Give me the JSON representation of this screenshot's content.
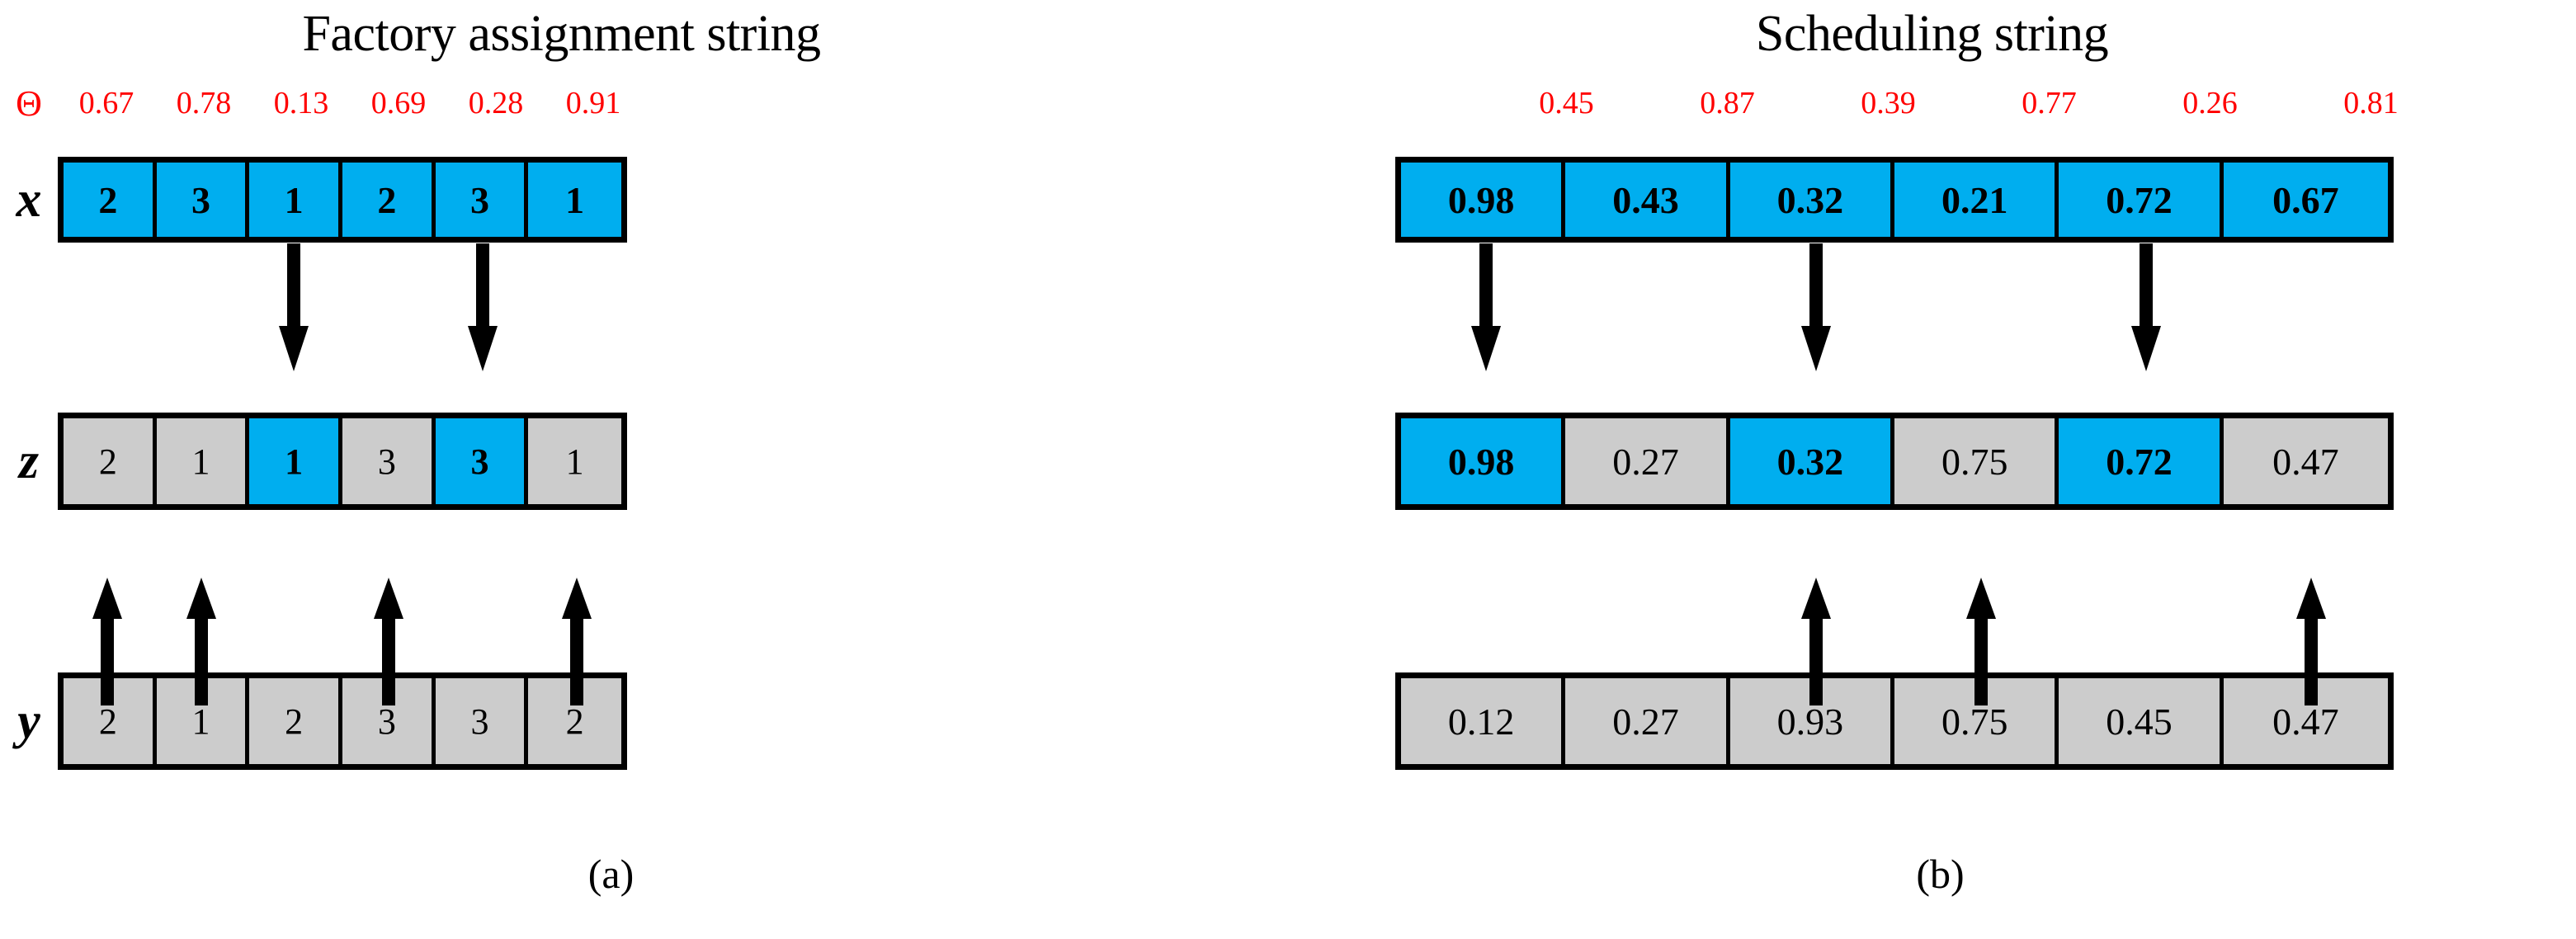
{
  "panels": [
    {
      "id": "factory-assignment",
      "title": "Factory assignment string",
      "caption": "(a)",
      "theta_symbol": "Θ",
      "theta_values": [
        "0.67",
        "0.78",
        "0.13",
        "0.69",
        "0.28",
        "0.91"
      ],
      "rows": [
        {
          "label": "x",
          "cells": [
            {
              "value": "2",
              "fill": "blue",
              "bold": true
            },
            {
              "value": "3",
              "fill": "blue",
              "bold": true
            },
            {
              "value": "1",
              "fill": "blue",
              "bold": true
            },
            {
              "value": "2",
              "fill": "blue",
              "bold": true
            },
            {
              "value": "3",
              "fill": "blue",
              "bold": true
            },
            {
              "value": "1",
              "fill": "blue",
              "bold": true
            }
          ]
        },
        {
          "label": "z",
          "cells": [
            {
              "value": "2",
              "fill": "gray",
              "bold": false
            },
            {
              "value": "1",
              "fill": "gray",
              "bold": false
            },
            {
              "value": "1",
              "fill": "blue",
              "bold": true
            },
            {
              "value": "3",
              "fill": "gray",
              "bold": false
            },
            {
              "value": "3",
              "fill": "blue",
              "bold": true
            },
            {
              "value": "1",
              "fill": "gray",
              "bold": false
            }
          ]
        },
        {
          "label": "y",
          "cells": [
            {
              "value": "2",
              "fill": "gray",
              "bold": false
            },
            {
              "value": "1",
              "fill": "gray",
              "bold": false
            },
            {
              "value": "2",
              "fill": "gray",
              "bold": false
            },
            {
              "value": "3",
              "fill": "gray",
              "bold": false
            },
            {
              "value": "3",
              "fill": "gray",
              "bold": false
            },
            {
              "value": "2",
              "fill": "gray",
              "bold": false
            }
          ]
        }
      ],
      "down_arrow_columns": [
        3,
        5
      ],
      "up_arrow_columns": [
        1,
        2,
        4,
        6
      ]
    },
    {
      "id": "scheduling",
      "title": "Scheduling string",
      "caption": "(b)",
      "theta_symbol": "",
      "theta_values": [
        "0.45",
        "0.87",
        "0.39",
        "0.77",
        "0.26",
        "0.81"
      ],
      "rows": [
        {
          "label": "x",
          "cells": [
            {
              "value": "0.98",
              "fill": "blue",
              "bold": true
            },
            {
              "value": "0.43",
              "fill": "blue",
              "bold": true
            },
            {
              "value": "0.32",
              "fill": "blue",
              "bold": true
            },
            {
              "value": "0.21",
              "fill": "blue",
              "bold": true
            },
            {
              "value": "0.72",
              "fill": "blue",
              "bold": true
            },
            {
              "value": "0.67",
              "fill": "blue",
              "bold": true
            }
          ]
        },
        {
          "label": "z",
          "cells": [
            {
              "value": "0.98",
              "fill": "blue",
              "bold": true
            },
            {
              "value": "0.27",
              "fill": "gray",
              "bold": false
            },
            {
              "value": "0.32",
              "fill": "blue",
              "bold": true
            },
            {
              "value": "0.75",
              "fill": "gray",
              "bold": false
            },
            {
              "value": "0.72",
              "fill": "blue",
              "bold": true
            },
            {
              "value": "0.47",
              "fill": "gray",
              "bold": false
            }
          ]
        },
        {
          "label": "y",
          "cells": [
            {
              "value": "0.12",
              "fill": "gray",
              "bold": false
            },
            {
              "value": "0.27",
              "fill": "gray",
              "bold": false
            },
            {
              "value": "0.93",
              "fill": "gray",
              "bold": false
            },
            {
              "value": "0.75",
              "fill": "gray",
              "bold": false
            },
            {
              "value": "0.45",
              "fill": "gray",
              "bold": false
            },
            {
              "value": "0.47",
              "fill": "gray",
              "bold": false
            }
          ]
        }
      ],
      "down_arrow_columns": [
        1,
        3,
        5
      ],
      "up_arrow_columns": [
        3,
        4,
        6
      ]
    }
  ],
  "colors": {
    "highlight_blue": "#00AEEF",
    "neutral_gray": "#CCCCCC",
    "theta_red": "#FF0000",
    "stroke_black": "#000000"
  }
}
